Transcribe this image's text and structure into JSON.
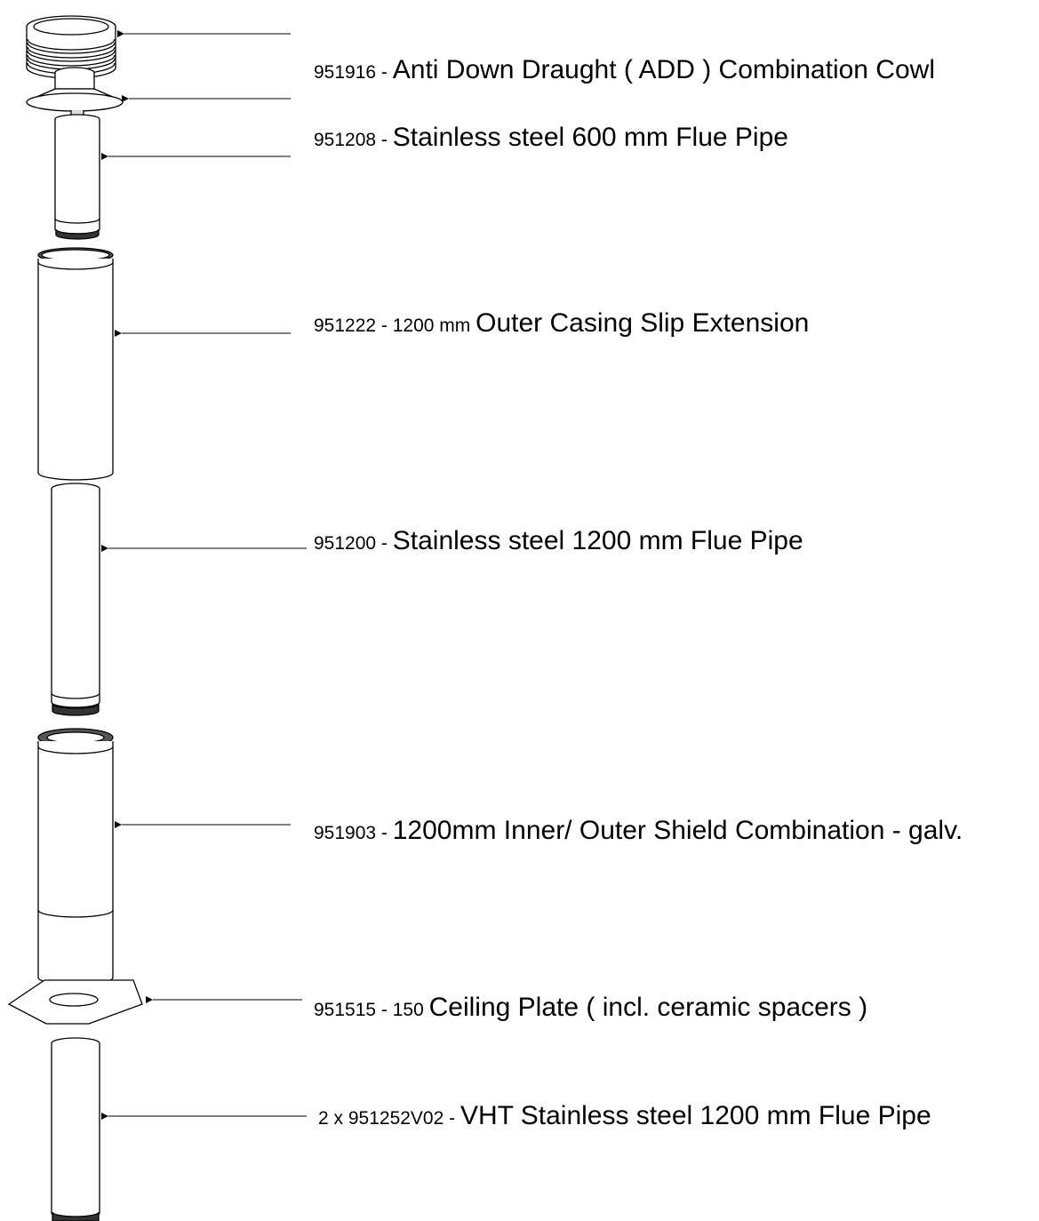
{
  "diagram": {
    "labels": [
      {
        "code": "951916 - ",
        "small": "",
        "name": "Anti Down Draught ( ADD ) Combination Cowl"
      },
      {
        "code": "951208 - ",
        "small": "",
        "name": "Stainless steel 600 mm Flue Pipe"
      },
      {
        "code": "951222 - ",
        "small": "1200 mm ",
        "name": "Outer Casing Slip Extension"
      },
      {
        "code": "951200 - ",
        "small": "",
        "name": "Stainless steel 1200 mm Flue Pipe"
      },
      {
        "code": "951903 - ",
        "small": "",
        "name": "1200mm  Inner/ Outer Shield Combination - galv."
      },
      {
        "code": "951515 - ",
        "small": "150 ",
        "name": "Ceiling  Plate ( incl. ceramic spacers )"
      },
      {
        "code": "2 x 951252V02 - ",
        "small": "",
        "name": "VHT  Stainless steel 1200 mm Flue Pipe"
      }
    ]
  }
}
